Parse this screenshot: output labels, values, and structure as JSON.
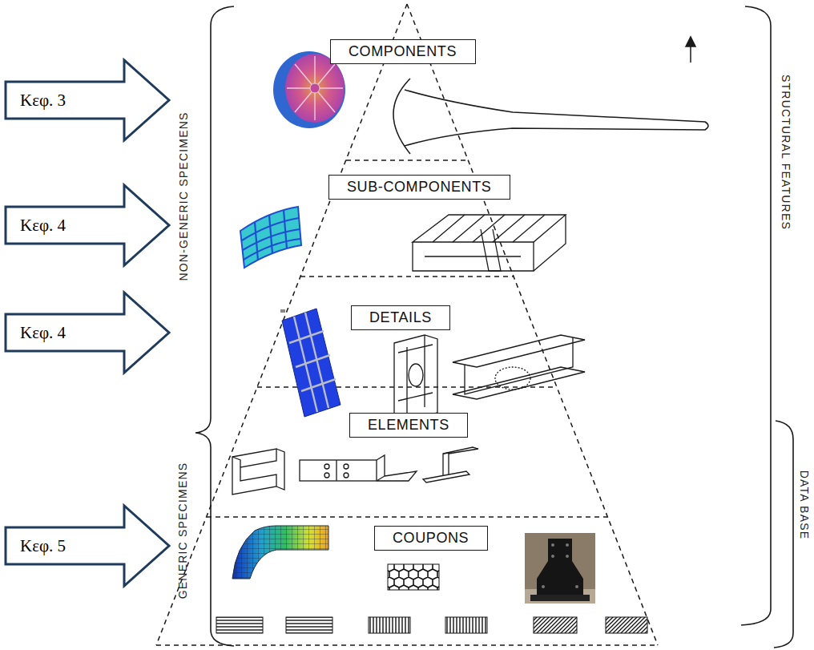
{
  "diagram": {
    "nodes": [
      {
        "text": [
          "COMPONENTS"
        ]
      },
      {
        "text": [
          "Κεφ. 3"
        ]
      },
      {
        "text": [
          "SUB-COMPONENTS"
        ]
      },
      {
        "text": [
          "Κεφ. 4"
        ]
      },
      {
        "text": [
          "Κεφ. 4"
        ]
      },
      {
        "text": [
          "DETAILS"
        ]
      },
      {
        "text": [
          "ELEMENTS"
        ]
      },
      {
        "text": [
          "COUPONS"
        ]
      },
      {
        "text": [
          "Κεφ. 5"
        ]
      }
    ],
    "labels": [
      "NON-GENERIC SPECIMENS",
      "STRUCTURAL FEATURES",
      "GENERIC SPECIMENS",
      "DATA BASE"
    ]
  }
}
